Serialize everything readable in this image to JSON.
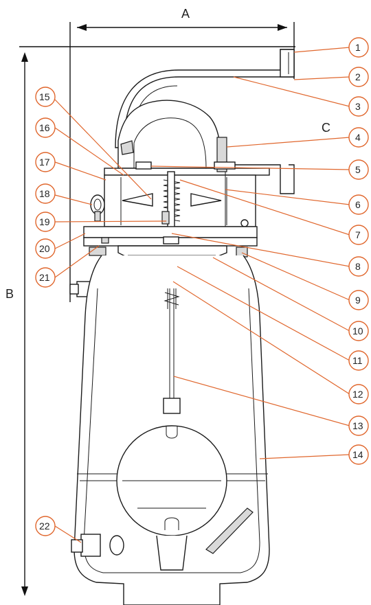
{
  "dimensions": {
    "a_label": "A",
    "b_label": "B",
    "c_label": "C"
  },
  "callouts": [
    {
      "num": "1"
    },
    {
      "num": "2"
    },
    {
      "num": "3"
    },
    {
      "num": "4"
    },
    {
      "num": "5"
    },
    {
      "num": "6"
    },
    {
      "num": "7"
    },
    {
      "num": "8"
    },
    {
      "num": "9"
    },
    {
      "num": "10"
    },
    {
      "num": "11"
    },
    {
      "num": "12"
    },
    {
      "num": "13"
    },
    {
      "num": "14"
    },
    {
      "num": "15"
    },
    {
      "num": "16"
    },
    {
      "num": "17"
    },
    {
      "num": "18"
    },
    {
      "num": "19"
    },
    {
      "num": "20"
    },
    {
      "num": "21"
    },
    {
      "num": "22"
    }
  ],
  "colors": {
    "callout": "#e0662c",
    "outline": "#1a1a1a",
    "background": "#ffffff"
  }
}
